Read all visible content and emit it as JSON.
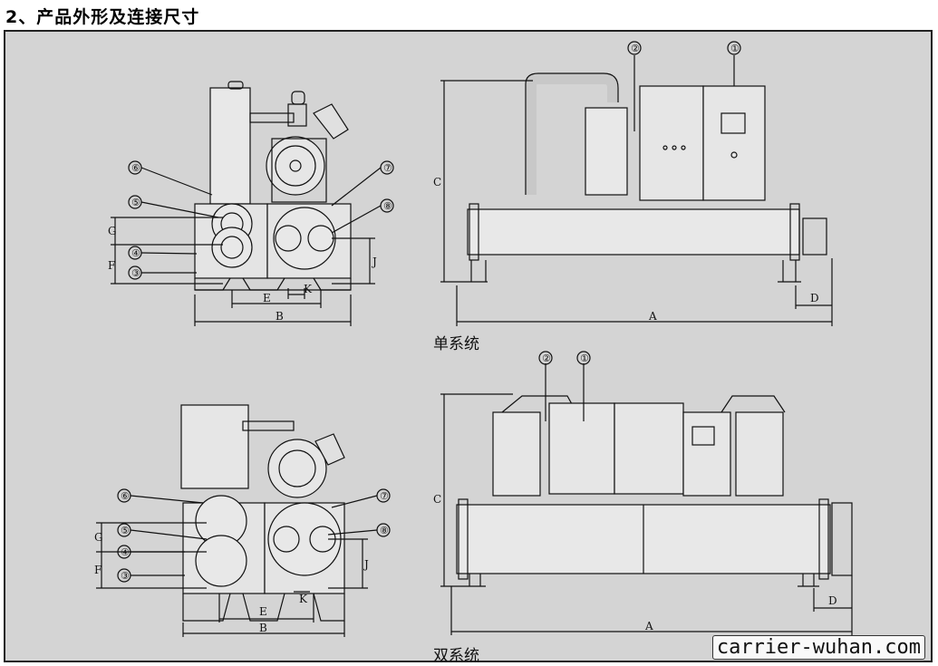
{
  "title": "2、产品外形及连接尺寸",
  "single": {
    "caption": "单系统",
    "dims": {
      "A": "A",
      "B": "B",
      "C": "C",
      "D": "D",
      "E": "E",
      "F": "F",
      "G": "G",
      "J": "J",
      "K": "K"
    },
    "callouts": [
      "①",
      "②",
      "③",
      "④",
      "⑤",
      "⑥",
      "⑦",
      "⑧"
    ]
  },
  "double": {
    "caption": "双系统",
    "dims": {
      "A": "A",
      "B": "B",
      "C": "C",
      "D": "D",
      "E": "E",
      "F": "F",
      "G": "G",
      "J": "J",
      "K": "K"
    },
    "callouts": [
      "①",
      "②",
      "③",
      "④",
      "⑤",
      "⑥",
      "⑦",
      "⑧"
    ]
  },
  "watermark": "carrier-wuhan.com"
}
